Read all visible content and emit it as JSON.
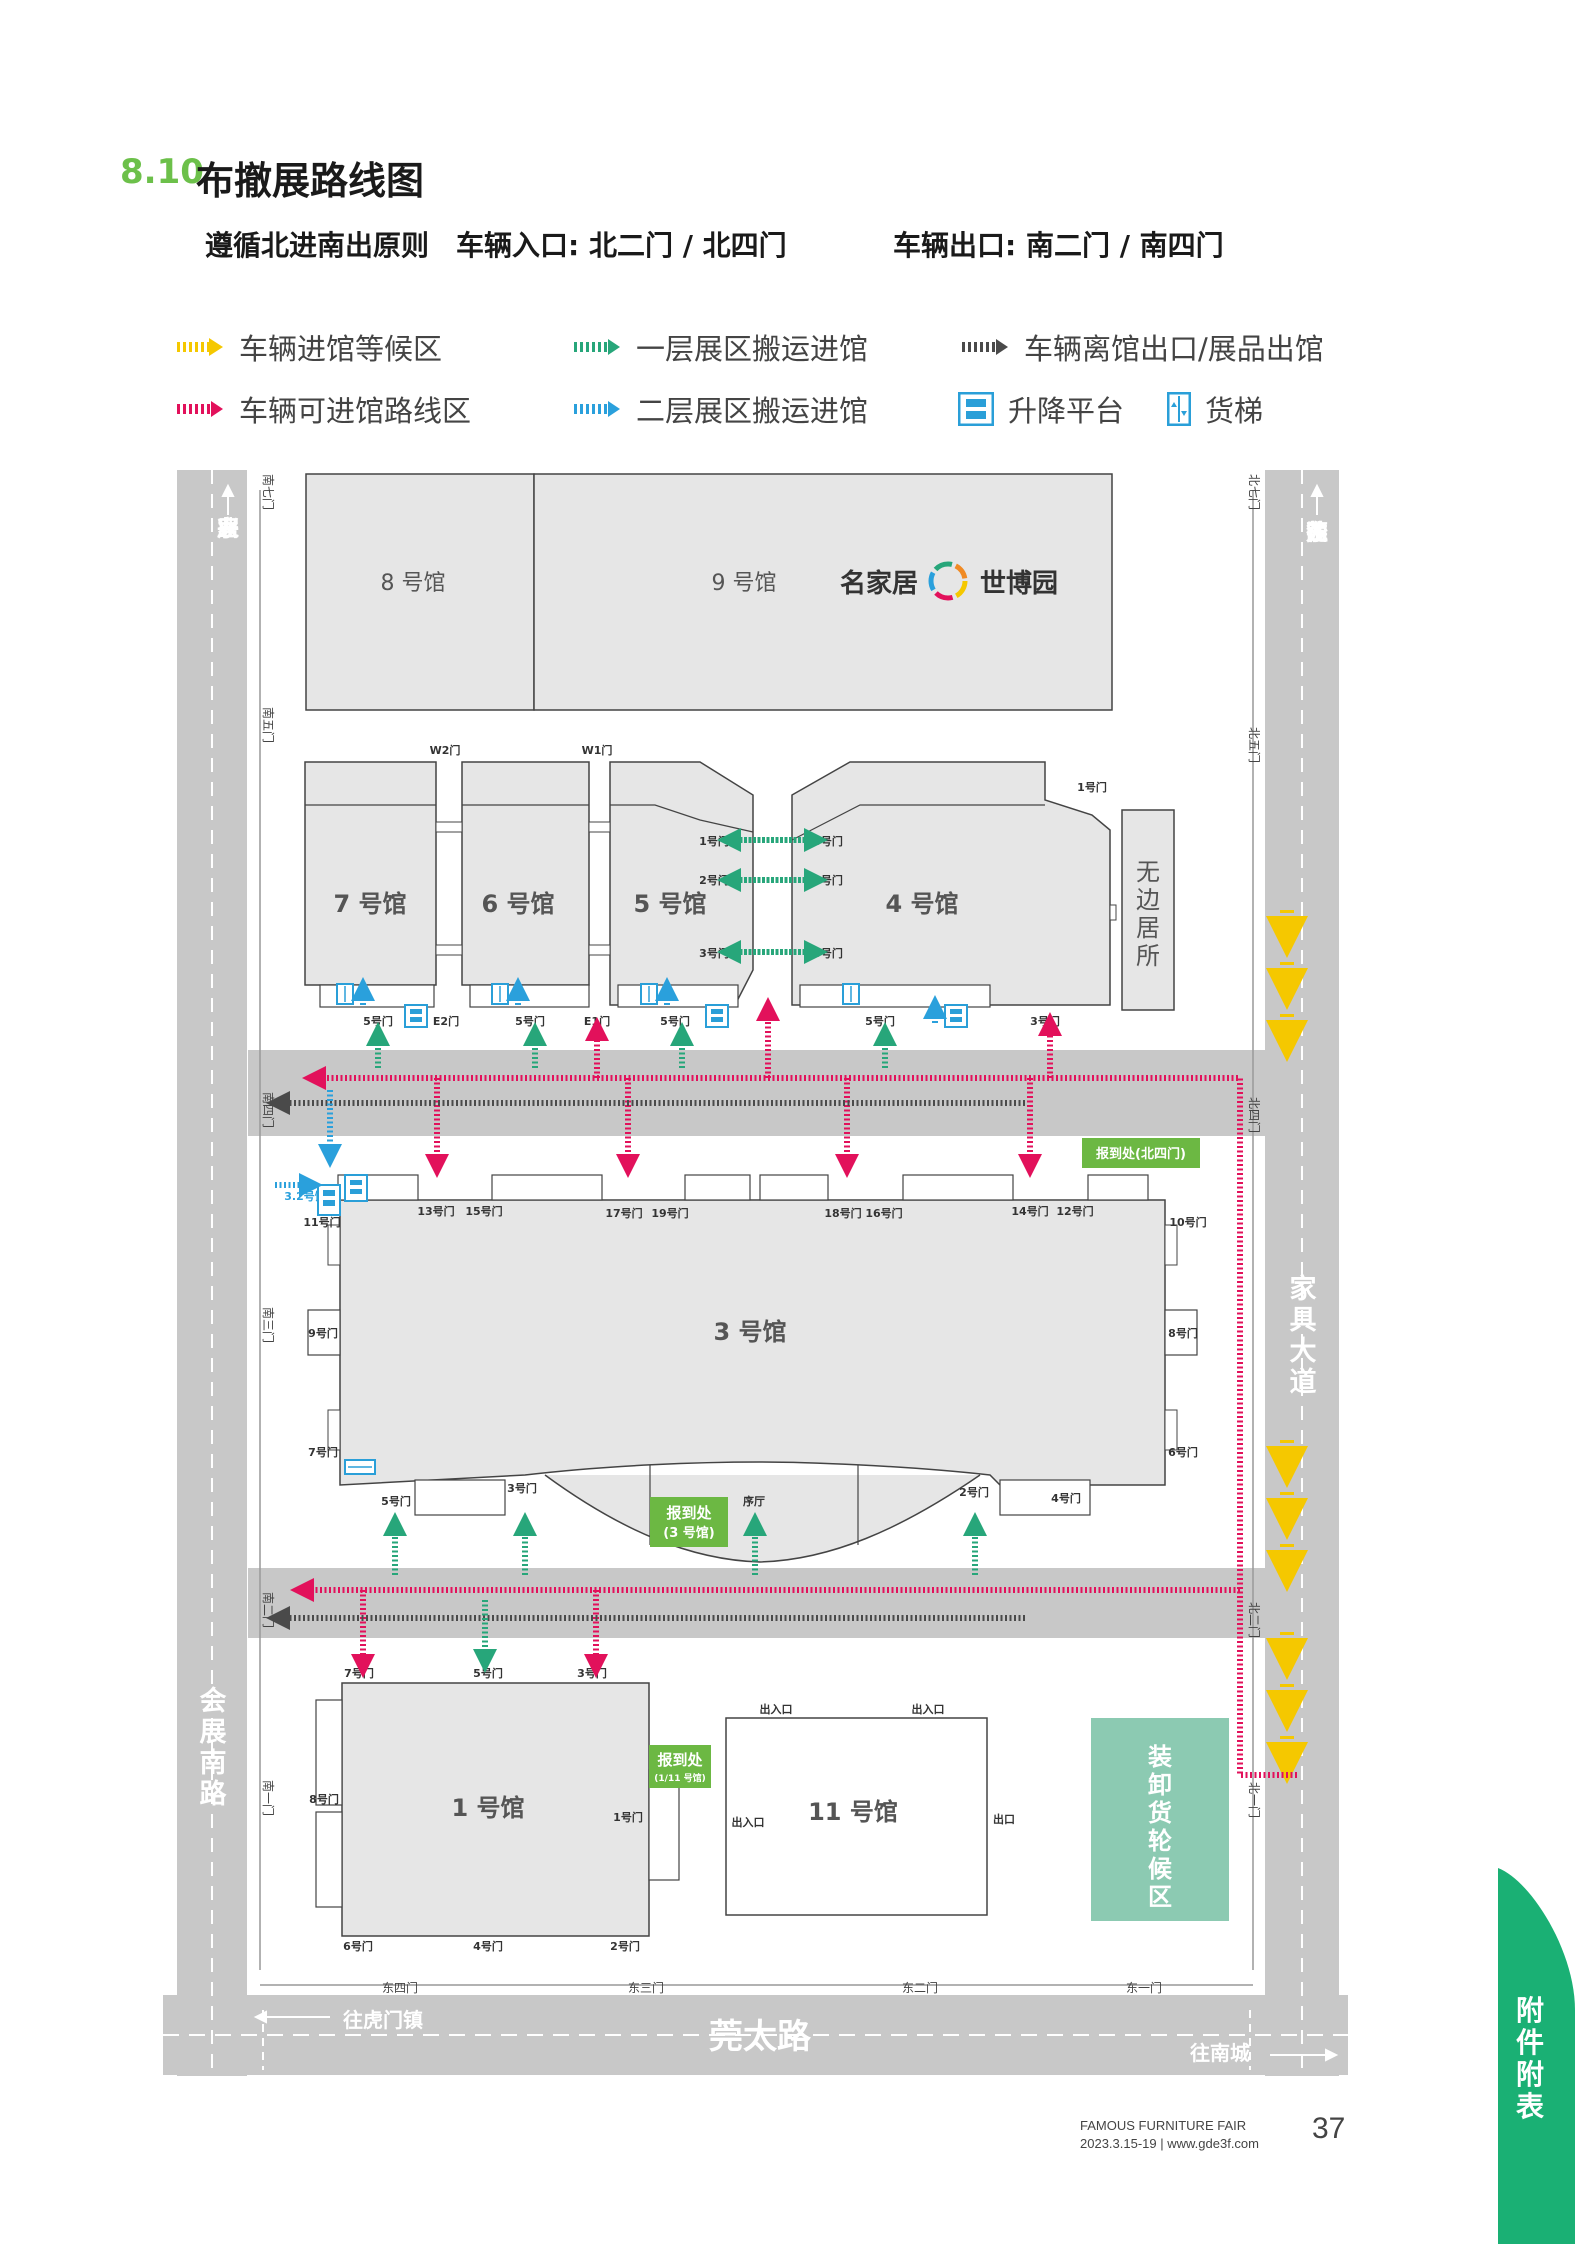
{
  "section": {
    "number": "8.10",
    "title": "布撤展路线图"
  },
  "rules": {
    "principle": "遵循北进南出原则",
    "entrance": "车辆入口: 北二门 / 北四门",
    "exit": "车辆出口: 南二门 / 南四门"
  },
  "legend": [
    {
      "label": "车辆进馆等候区",
      "color": "#f5c800",
      "icon": "dashed-arrow-icon"
    },
    {
      "label": "一层展区搬运进馆",
      "color": "#27a67a",
      "icon": "dashed-arrow-icon"
    },
    {
      "label": "车辆离馆出口/展品出馆",
      "color": "#4a4a4a",
      "icon": "dashed-arrow-icon"
    },
    {
      "label": "车辆可进馆路线区",
      "color": "#e2115b",
      "icon": "dashed-arrow-icon"
    },
    {
      "label": "二层展区搬运进馆",
      "color": "#2aa0dc",
      "icon": "dashed-arrow-icon"
    },
    {
      "label": "升降平台",
      "color": "#2a9fd8",
      "icon": "lift-platform-icon"
    },
    {
      "label": "货梯",
      "color": "#2a9fd8",
      "icon": "freight-elevator-icon"
    }
  ],
  "roads": {
    "west": "兴业家居",
    "east_top": "往东莞沙田",
    "east_mid": "家具大道",
    "west_bottom": "会展南路",
    "south": "莞太路",
    "south_left": "往虎门镇",
    "south_right": "往南城"
  },
  "gates": {
    "south": [
      "南七门",
      "南五门",
      "南四门",
      "南三门",
      "南二门",
      "南一门"
    ],
    "north": [
      "北七门",
      "北五门",
      "北四门",
      "北二门",
      "北一门"
    ],
    "east": [
      "东四门",
      "东三门",
      "东二门",
      "东一门"
    ]
  },
  "halls": {
    "h8": "8 号馆",
    "h9": "9 号馆",
    "h7": "7 号馆",
    "h6": "6 号馆",
    "h5": "5 号馆",
    "h4": "4 号馆",
    "h3": "3 号馆",
    "h1": "1 号馆",
    "h11": "11 号馆",
    "wubian": "无边居所",
    "loading": "装卸货轮候区"
  },
  "brand": {
    "left": "名家居",
    "right": "世博园"
  },
  "registration": {
    "north": "报到处(北四门)",
    "hall3_a": "报到处",
    "hall3_b": "(3 号馆)",
    "hall1_a": "报到处",
    "hall1_b": "(1/11 号馆)"
  },
  "doors": {
    "w2": "W2门",
    "w1": "W1门",
    "e2": "E2门",
    "e1": "E1门",
    "d1": "1号门",
    "d2": "2号门",
    "d3": "3号门",
    "d4": "4号门",
    "d5": "5号门",
    "d6": "6号门",
    "d7": "7号门",
    "d8": "8号门",
    "d9": "9号门",
    "d10": "10号门",
    "d11": "11号门",
    "d12": "12号门",
    "d13": "13号门",
    "d14": "14号门",
    "d15": "15号门",
    "d16": "16号门",
    "d17": "17号门",
    "d18": "18号门",
    "d19": "19号门",
    "hall32": "3.2号馆",
    "lobby": "序厅",
    "entry": "出入口",
    "exit": "出口"
  },
  "footer": {
    "fair": "FAMOUS FURNITURE FAIR",
    "date_site": "2023.3.15-19 | www.gde3f.com",
    "page": "37"
  },
  "side_tab": "附件附表"
}
